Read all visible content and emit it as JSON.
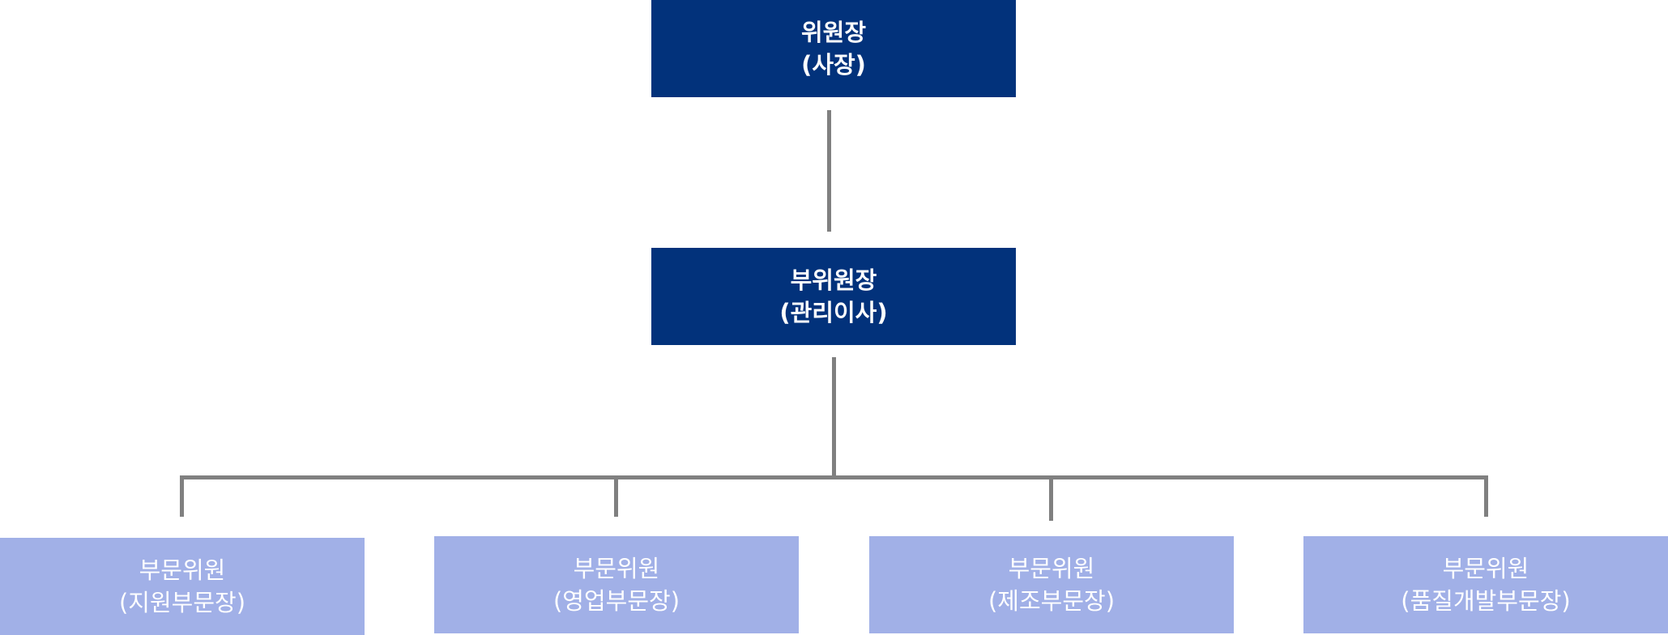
{
  "chairman": {
    "title": "위원장",
    "role": "(사장)"
  },
  "vice_chairman": {
    "title": "부위원장",
    "role": "(관리이사)"
  },
  "members": [
    {
      "title": "부문위원",
      "role": "(지원부문장)"
    },
    {
      "title": "부문위원",
      "role": "(영업부문장)"
    },
    {
      "title": "부문위원",
      "role": "(제조부문장)"
    },
    {
      "title": "부문위원",
      "role": "(품질개발부문장)"
    }
  ],
  "colors": {
    "primary": "#02327b",
    "secondary": "#a1b0e7",
    "connector": "#808080",
    "text": "#ffffff"
  }
}
